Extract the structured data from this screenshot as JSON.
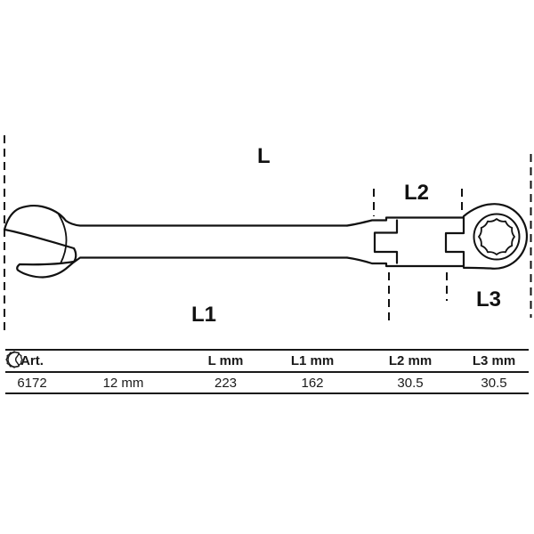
{
  "diagram": {
    "labels": {
      "l": "L",
      "l1": "L1",
      "l2": "L2",
      "l3": "L3"
    },
    "icons": [
      "open-end-wrench-icon",
      "ring-wrench-icon"
    ],
    "colors": {
      "line": "#111111",
      "text": "#1a1a1a"
    }
  },
  "table": {
    "headers": {
      "art": "Art.",
      "l": "L mm",
      "l1": "L1 mm",
      "l2": "L2 mm",
      "l3": "L3 mm"
    },
    "row": {
      "art": "6172",
      "size": "12 mm",
      "l": "223",
      "l1": "162",
      "l2": "30.5",
      "l3": "30.5"
    }
  }
}
